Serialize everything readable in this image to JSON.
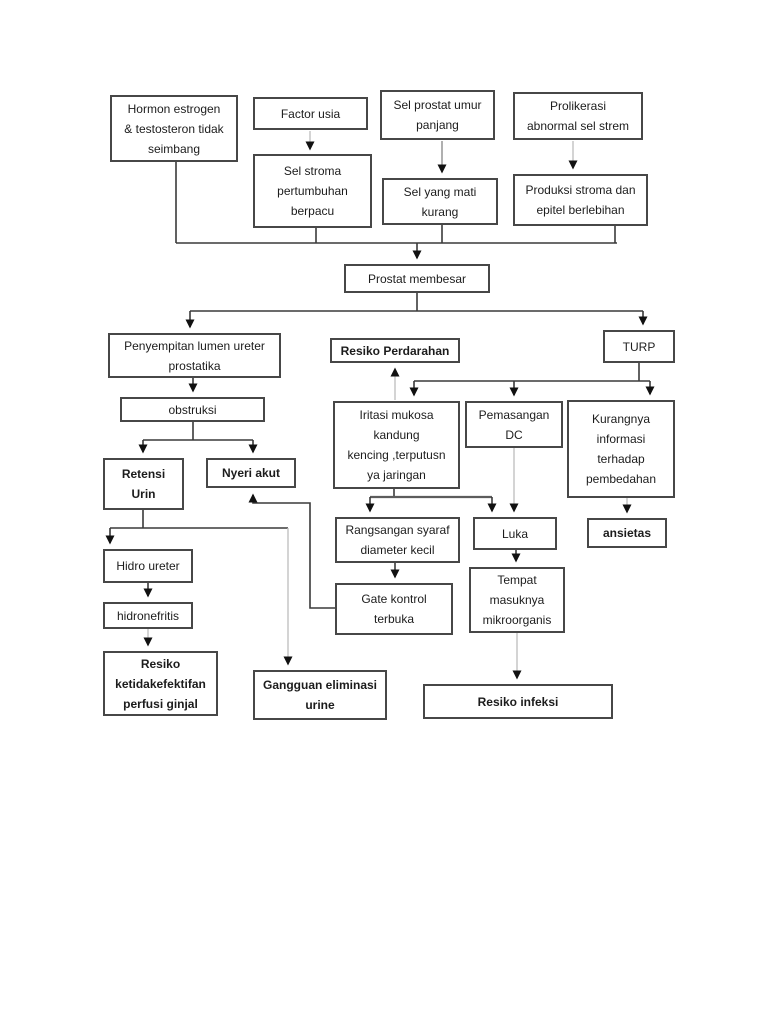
{
  "page": {
    "background": "#ffffff"
  },
  "colors": {
    "box_border": "#474747",
    "line_dark": "#3a3a3a",
    "line_gray": "#8f8f8f",
    "line_light": "#c2c2c2",
    "arrowhead": "#111111",
    "text": "#1c1c1c"
  },
  "nodes": {
    "hormon": {
      "label": "Hormon estrogen\n& testosteron tidak\nseimbang"
    },
    "factor_usia": {
      "label": "Factor usia"
    },
    "sel_prostat": {
      "label": "Sel prostat umur\npanjang"
    },
    "prolikerasi": {
      "label": "Prolikerasi\nabnormal sel strem"
    },
    "sel_stroma": {
      "label": "Sel stroma\npertumbuhan\nberpacu"
    },
    "sel_mati": {
      "label": "Sel yang mati\nkurang"
    },
    "produksi": {
      "label": "Produksi stroma dan\nepitel berlebihan"
    },
    "prostat_membesar": {
      "label": "Prostat membesar"
    },
    "penyempitan": {
      "label": "Penyempitan lumen ureter\nprostatika"
    },
    "resiko_perdarahan": {
      "label": "Resiko Perdarahan"
    },
    "turp": {
      "label": "TURP"
    },
    "obstruksi": {
      "label": "obstruksi"
    },
    "iritasi": {
      "label": "Iritasi mukosa\nkandung\nkencing ,terputusn\nya jaringan"
    },
    "pemasangan_dc": {
      "label": "Pemasangan\nDC"
    },
    "kurangnya": {
      "label": "Kurangnya\ninformasi\nterhadap\npembedahan"
    },
    "retensi_urin": {
      "label": "Retensi\nUrin"
    },
    "nyeri_akut": {
      "label": "Nyeri akut"
    },
    "rangsangan": {
      "label": "Rangsangan syaraf\ndiameter kecil"
    },
    "luka": {
      "label": "Luka"
    },
    "ansietas": {
      "label": "ansietas"
    },
    "gate_kontrol": {
      "label": "Gate kontrol\nterbuka"
    },
    "tempat_masuk": {
      "label": "Tempat\nmasuknya\nmikroorganis"
    },
    "hidro_ureter": {
      "label": "Hidro ureter"
    },
    "hidronefritis": {
      "label": "hidronefritis"
    },
    "resiko_perfusi": {
      "label": "Resiko\nketidakefektifan\nperfusi ginjal"
    },
    "gangguan_eliminasi": {
      "label": "Gangguan eliminasi\nurine"
    },
    "resiko_infeksi": {
      "label": "Resiko infeksi"
    }
  }
}
